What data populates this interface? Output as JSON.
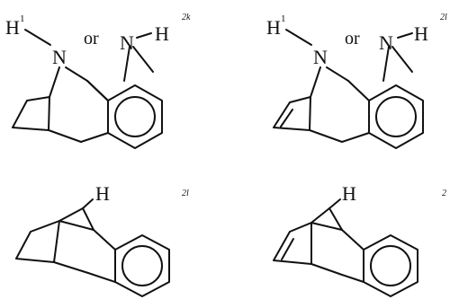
{
  "structures": [
    {
      "id": "top-left",
      "atom_h1": "H",
      "atom_h1_sup": "1",
      "atom_n_bridge": "N",
      "or_label": "or",
      "atom_n_alt": "N",
      "atom_h_alt": "H",
      "ref_label": "2k"
    },
    {
      "id": "top-right",
      "atom_h1": "H",
      "atom_h1_sup": "1",
      "atom_n_bridge": "N",
      "or_label": "or",
      "atom_n_alt": "N",
      "atom_h_alt": "H",
      "ref_label": "2l"
    },
    {
      "id": "bottom-left",
      "atom_h": "H",
      "ref_label": "2l"
    },
    {
      "id": "bottom-right",
      "atom_h": "H",
      "ref_label": "2"
    }
  ]
}
